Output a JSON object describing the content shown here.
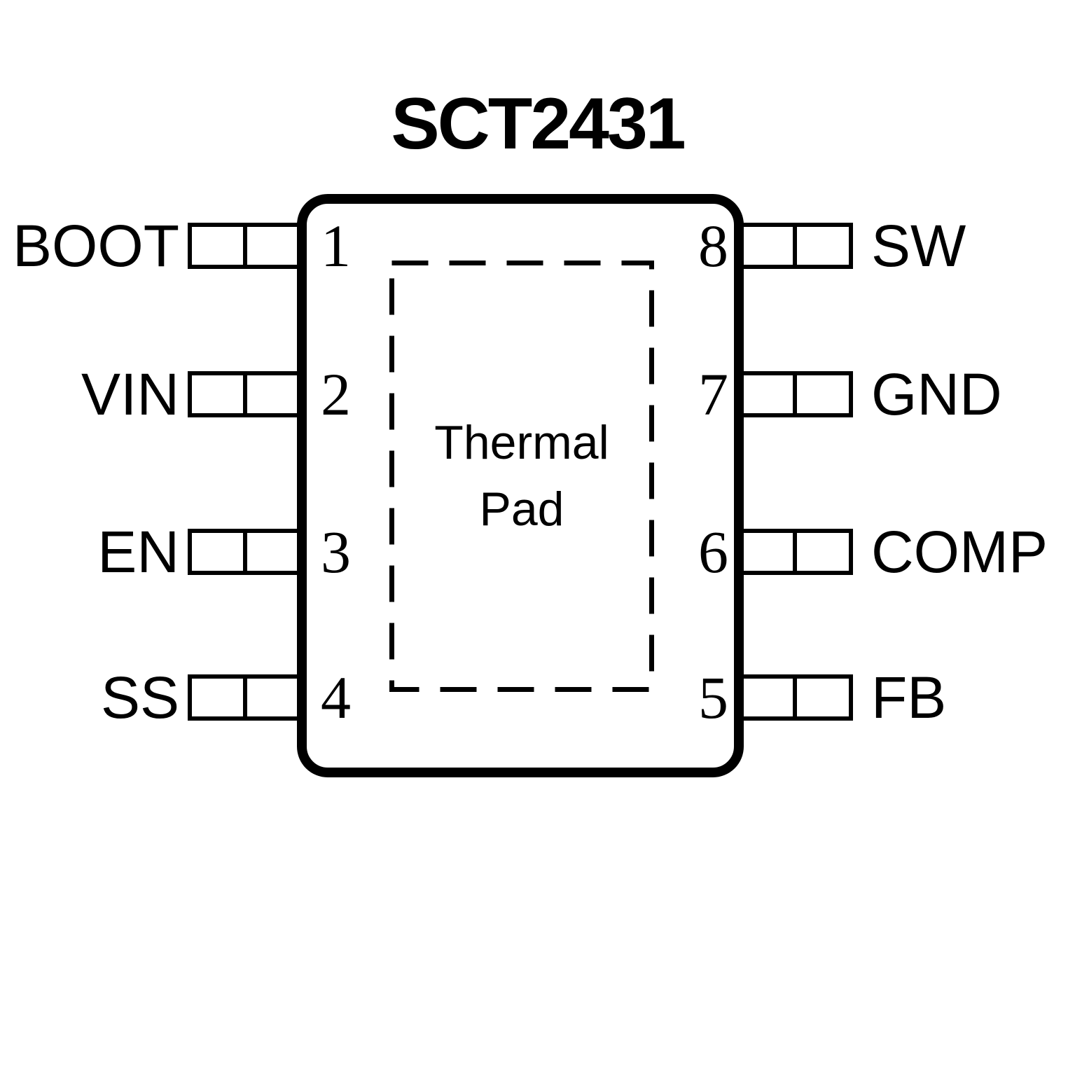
{
  "title": "SCT2431",
  "thermal_pad": {
    "line1": "Thermal",
    "line2": "Pad"
  },
  "pins": {
    "left": [
      {
        "number": "1",
        "label": "BOOT"
      },
      {
        "number": "2",
        "label": "VIN"
      },
      {
        "number": "3",
        "label": "EN"
      },
      {
        "number": "4",
        "label": "SS"
      }
    ],
    "right": [
      {
        "number": "8",
        "label": "SW"
      },
      {
        "number": "7",
        "label": "GND"
      },
      {
        "number": "6",
        "label": "COMP"
      },
      {
        "number": "5",
        "label": "FB"
      }
    ]
  },
  "colors": {
    "line": "#000000",
    "background": "#ffffff"
  }
}
